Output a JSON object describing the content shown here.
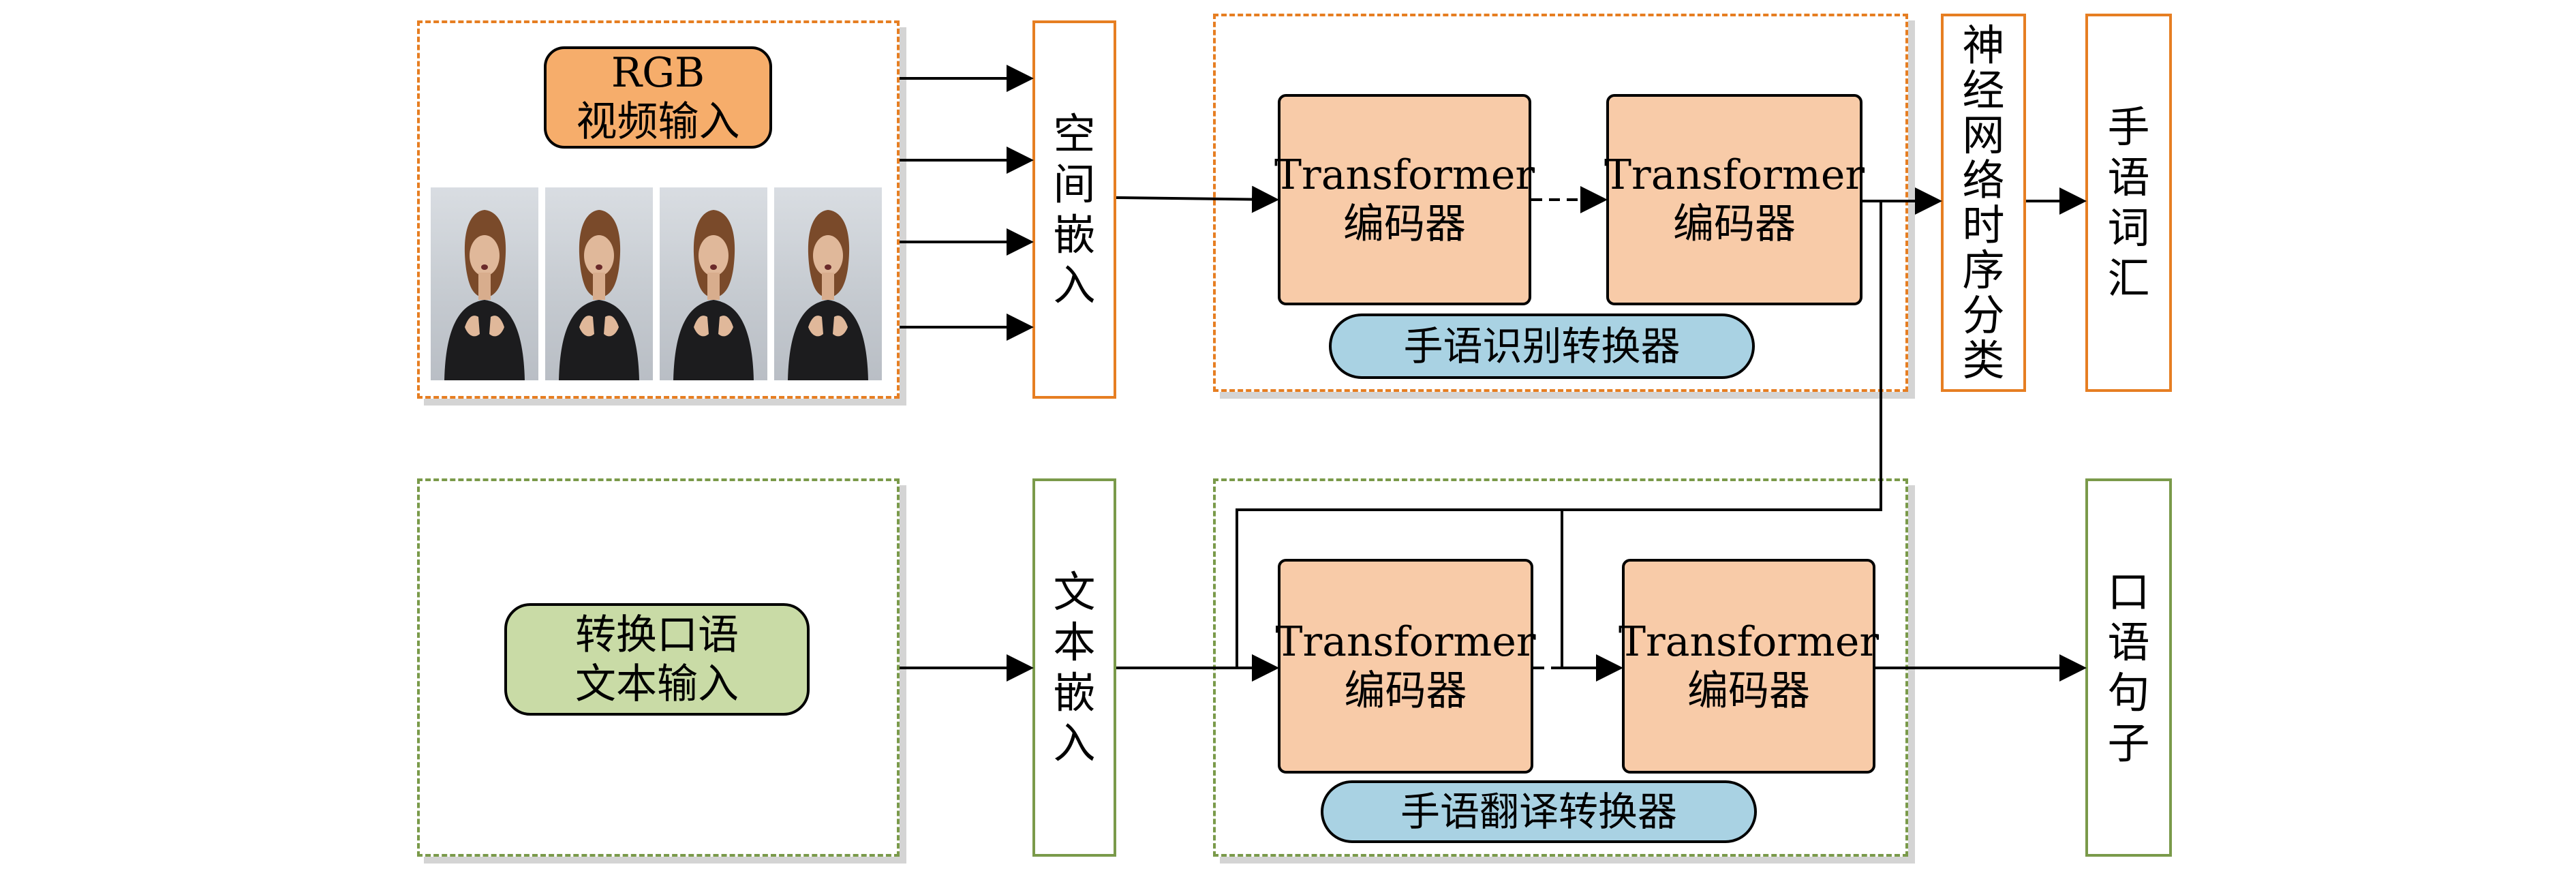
{
  "colors": {
    "orange_border": "#e67e22",
    "green_border": "#7a9a4a",
    "rgb_pill": "#f6ad6b",
    "text_pill": "#c9dba6",
    "transformer": "#f8cba8",
    "module_label": "#a9d2e3"
  },
  "rgb_input": {
    "line1": "RGB",
    "line2": "视频输入"
  },
  "text_input": {
    "line1": "转换口语",
    "line2": "文本输入"
  },
  "spatial_embedding": [
    "空",
    "间",
    "嵌",
    "入"
  ],
  "text_embedding": [
    "文",
    "本",
    "嵌",
    "入"
  ],
  "recognition": {
    "encoder1": {
      "line1": "Transformer",
      "line2": "编码器"
    },
    "encoder2": {
      "line1": "Transformer",
      "line2": "编码器"
    },
    "label": "手语识别转换器"
  },
  "translation": {
    "encoder1": {
      "line1": "Transformer",
      "line2": "编码器"
    },
    "encoder2": {
      "line1": "Transformer",
      "line2": "编码器"
    },
    "label": "手语翻译转换器"
  },
  "ctc_classifier": [
    "神",
    "经",
    "网",
    "络",
    "时",
    "序",
    "分",
    "类"
  ],
  "gloss_output": [
    "手",
    "语",
    "词",
    "汇"
  ],
  "sentence_output": [
    "口",
    "语",
    "句",
    "子"
  ],
  "frames": [
    "signer-frame",
    "signer-frame",
    "signer-frame",
    "signer-frame"
  ]
}
